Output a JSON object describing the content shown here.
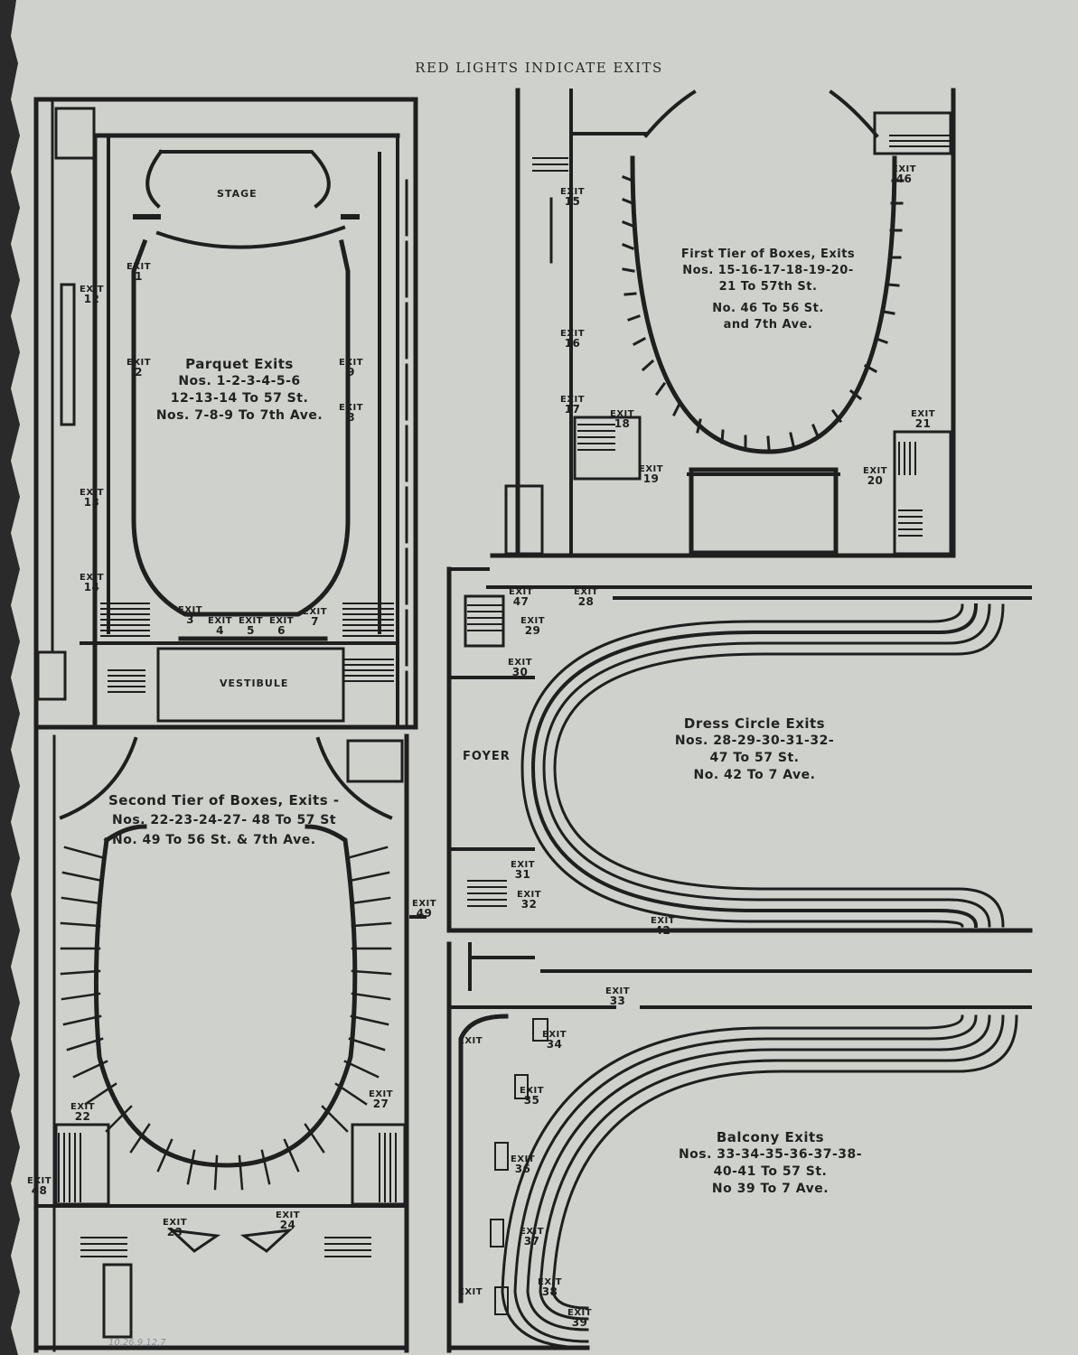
{
  "title": "RED LIGHTS INDICATE EXITS",
  "catalog_mark": "10.26.9.12.7",
  "colors": {
    "paper": "#cfd2cc",
    "ink": "#1f1f1f"
  },
  "rooms": {
    "stage": "STAGE",
    "vestibule": "VESTIBULE",
    "foyer": "FOYER"
  },
  "captions": {
    "parquet": {
      "heading": "Parquet Exits",
      "lines": [
        "Nos. 1-2-3-4-5-6",
        "12-13-14 To 57 St.",
        "Nos. 7-8-9 To 7th Ave."
      ]
    },
    "first_tier": {
      "heading": "First Tier of Boxes, Exits",
      "lines": [
        "Nos. 15-16-17-18-19-20-",
        "21 To 57th St.",
        "No. 46 To 56 St.",
        "and 7th Ave."
      ]
    },
    "dress_circle": {
      "heading": "Dress Circle Exits",
      "lines": [
        "Nos. 28-29-30-31-32-",
        "47 To 57 St.",
        "No. 42 To 7 Ave."
      ]
    },
    "second_tier": {
      "heading": "Second Tier of Boxes, Exits -",
      "lines": [
        "Nos. 22-23-24-27- 48 To 57 St",
        "No. 49 To 56 St. & 7th Ave."
      ]
    },
    "balcony": {
      "heading": "Balcony Exits",
      "lines": [
        "Nos. 33-34-35-36-37-38-",
        "40-41 To 57 St.",
        "No 39 To 7 Ave."
      ]
    }
  },
  "exit_word": "EXIT",
  "exits": {
    "parquet": [
      "1",
      "2",
      "3",
      "4",
      "5",
      "6",
      "7",
      "8",
      "9",
      "12",
      "13",
      "14"
    ],
    "first_tier": [
      "15",
      "16",
      "17",
      "18",
      "19",
      "20",
      "21",
      "46"
    ],
    "dress_circle": [
      "28",
      "29",
      "30",
      "31",
      "32",
      "42",
      "47"
    ],
    "second_tier": [
      "22",
      "23",
      "24",
      "27",
      "48",
      "49"
    ],
    "balcony": [
      "33",
      "34",
      "35",
      "36",
      "37",
      "38",
      "39"
    ]
  }
}
